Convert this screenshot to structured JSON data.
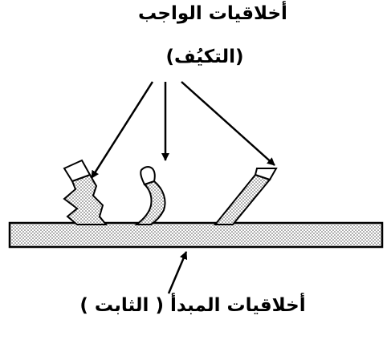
{
  "labels": {
    "top_title": "أخلاقيات الواجب",
    "top_subtitle": "(التكيُف)",
    "bottom_title": "أخلاقيات المبدأ ( الثابت )"
  },
  "colors": {
    "ink": "#000000",
    "fill_dots": "#444444",
    "background": "#ffffff"
  }
}
